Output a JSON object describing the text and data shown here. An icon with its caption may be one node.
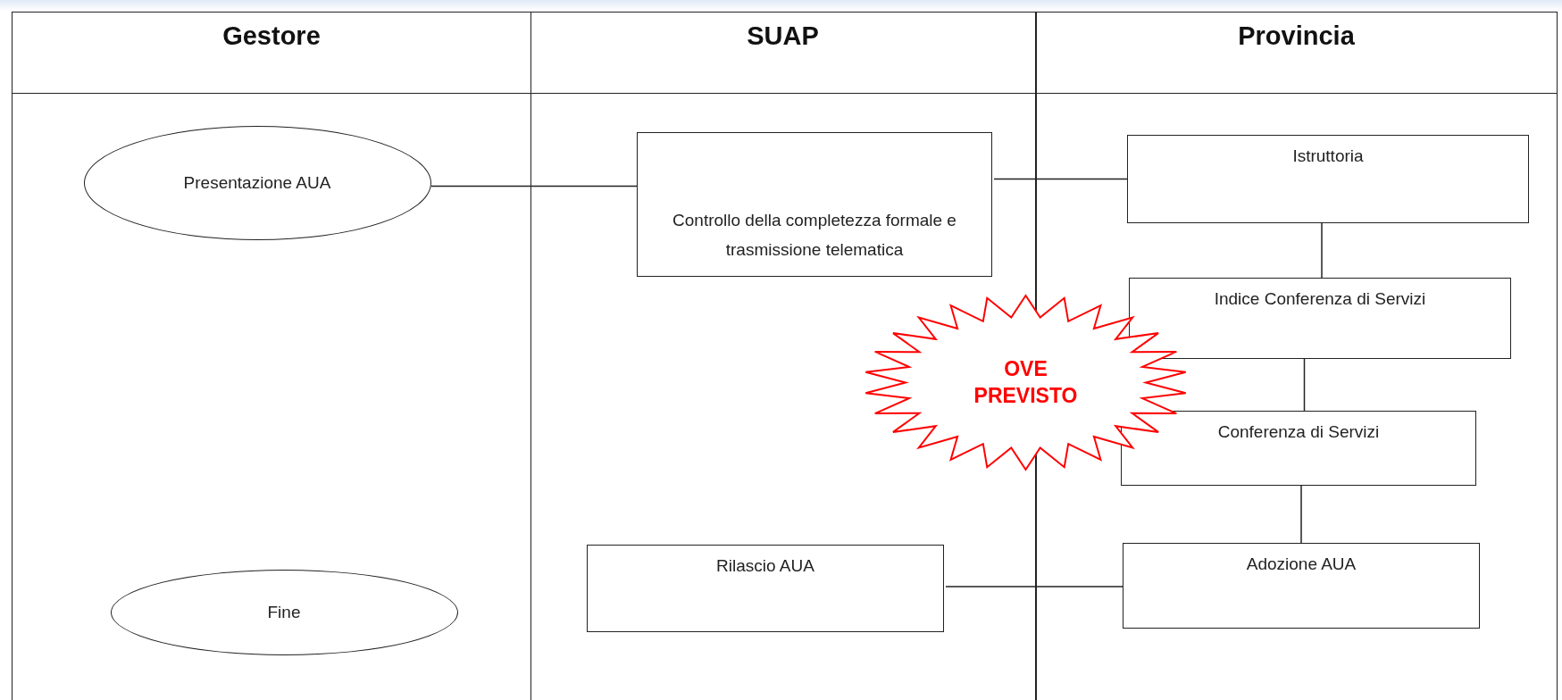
{
  "diagram": {
    "nodes": [
      {
        "text": [
          "Gestore"
        ]
      },
      {
        "text": [
          "SUAP"
        ]
      },
      {
        "text": [
          "Provincia"
        ]
      },
      {
        "text": [
          "Presentazione AUA"
        ],
        "in": 0
      },
      {
        "text": [
          "Controllo della completezza formale e trasmissione telematica"
        ],
        "in": 1
      },
      {
        "text": [
          "Istruttoria"
        ],
        "in": 2
      },
      {
        "text": [
          "Indice Conferenza di Servizi"
        ],
        "in": 2
      },
      {
        "text": [
          "OVE PREVISTO"
        ]
      },
      {
        "text": [
          "Conferenza di Servizi"
        ],
        "in": 2
      },
      {
        "text": [
          "Rilascio AUA"
        ],
        "in": 1
      },
      {
        "text": [
          "Adozione AUA"
        ],
        "in": 2
      },
      {
        "text": [
          "Fine"
        ],
        "in": 0
      }
    ],
    "edges": [
      {
        "from": 3,
        "to": 4,
        "arrow": "none"
      },
      {
        "from": 4,
        "to": 5,
        "arrow": "none"
      },
      {
        "from": 5,
        "to": 6,
        "arrow": "none"
      },
      {
        "from": 6,
        "to": 8,
        "arrow": "none"
      },
      {
        "from": 8,
        "to": 10,
        "arrow": "none"
      },
      {
        "from": 10,
        "to": 9,
        "arrow": "none"
      }
    ]
  }
}
